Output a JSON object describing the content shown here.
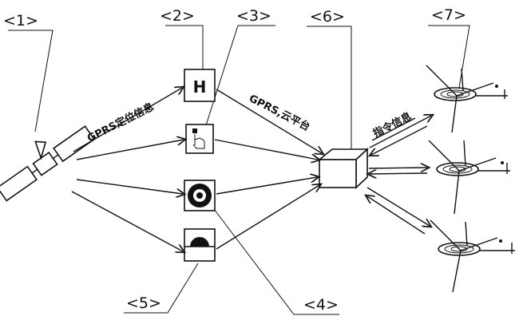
{
  "labels": {
    "l1": "<1>",
    "l2": "<2>",
    "l3": "<3>",
    "l4": "<4>",
    "l5": "<5>",
    "l6": "<6>",
    "l7": "<7>"
  },
  "box_h_letter": "H",
  "edges": {
    "gprs_positioning": "GPRS定位信息",
    "gprs_cloud": "GPRS,云平台",
    "command_info": "指令信息"
  },
  "icons": {
    "satellite": "satellite-icon",
    "helipad": "helipad-icon",
    "touch": "touch-hand-icon",
    "target": "target-disc-icon",
    "half_disc": "half-disc-icon",
    "cloud_server": "cloud-box-icon",
    "drone": "drone-icon"
  }
}
